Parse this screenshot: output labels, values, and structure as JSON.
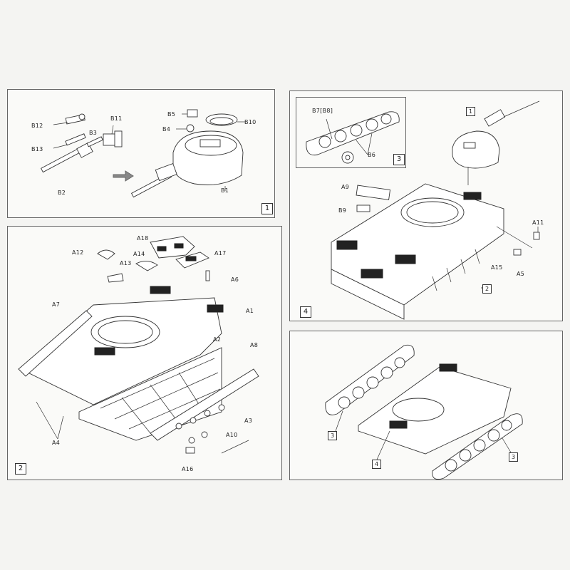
{
  "panels": {
    "p1": {
      "step": "1",
      "labels": {
        "b12": "B12",
        "b13": "B13",
        "b3": "B3",
        "b11": "B11",
        "b2": "B2",
        "b5": "B5",
        "b4": "B4",
        "b10": "B10",
        "b1": "B1"
      }
    },
    "p2": {
      "step": "2",
      "labels": {
        "a18": "A18",
        "a12": "A12",
        "a14": "A14",
        "a17": "A17",
        "a13": "A13",
        "a6": "A6",
        "a7": "A7",
        "a1": "A1",
        "a2": "A2",
        "a8": "A8",
        "a4": "A4",
        "a3": "A3",
        "a10": "A10",
        "a16": "A16"
      }
    },
    "p3": {
      "step": "3",
      "labels": {
        "b7b8": "B7[B8]",
        "b6": "B6"
      }
    },
    "p4": {
      "step": "4",
      "labels": {
        "a9": "A9",
        "b9": "B9",
        "a11": "A11",
        "a15": "A15",
        "a5": "A5"
      },
      "refs": {
        "r1": "1",
        "r2": "2"
      }
    },
    "p5": {
      "refs": {
        "r3a": "3",
        "r4": "4",
        "r3b": "3"
      }
    }
  }
}
